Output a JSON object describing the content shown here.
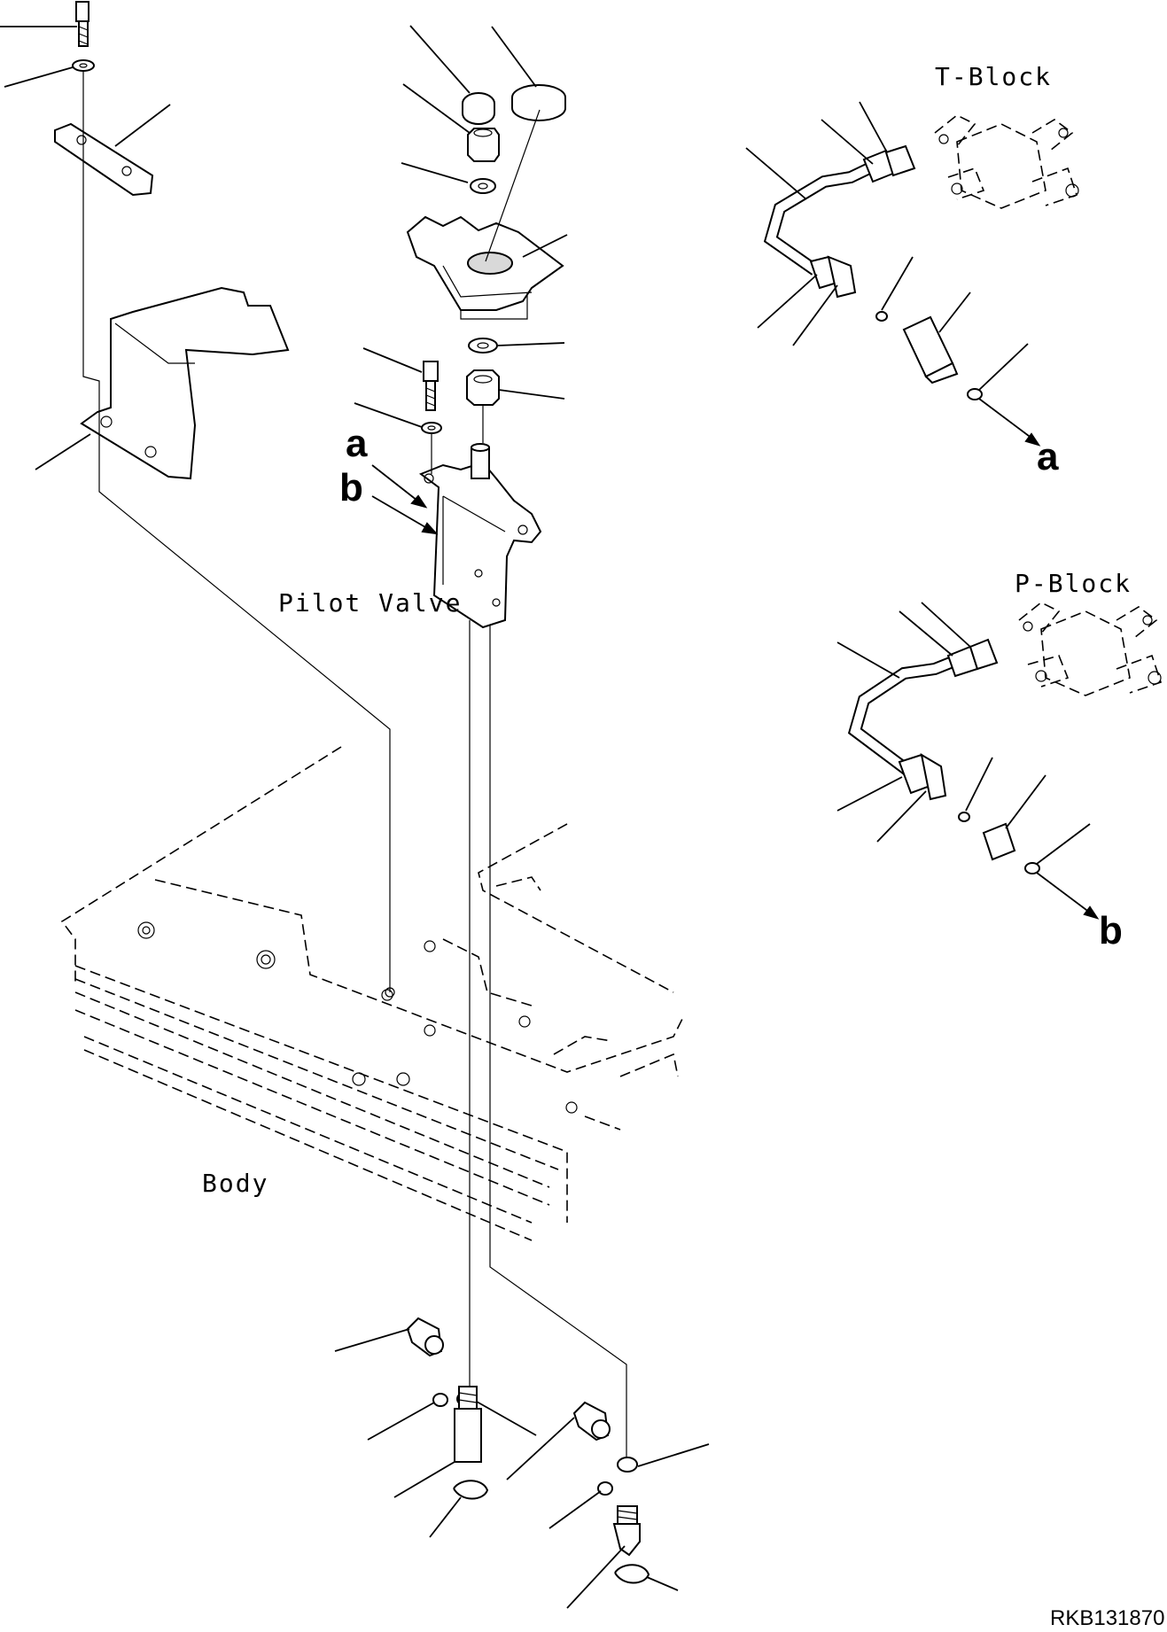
{
  "labels": {
    "t_block": "T-Block",
    "p_block": "P-Block",
    "pilot_valve": "Pilot Valve",
    "body": "Body",
    "port_a": "a",
    "port_b": "b",
    "drawing_code": "RKB131870"
  }
}
